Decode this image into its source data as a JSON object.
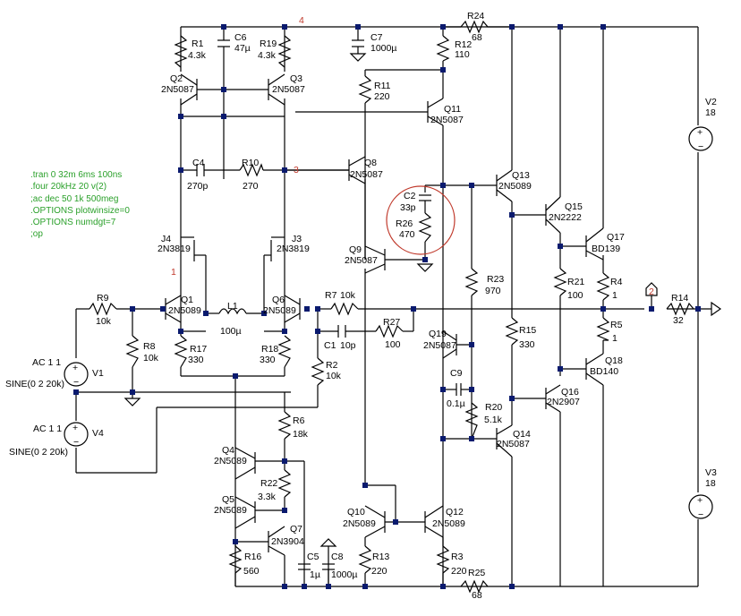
{
  "title": "Audio power amplifier schematic",
  "colors": {
    "wire": "#000000",
    "junction": "#0a1a6e",
    "net_label": "#c0392b",
    "directive": "#2aa02a",
    "highlight": "#c0392b"
  },
  "directives": [
    ".tran 0 32m 6ms 100ns",
    ".four 20kHz 20 v(2)",
    ";ac dec 50 1k 500meg",
    ".OPTIONS plotwinsize=0",
    ".OPTIONS numdgt=7",
    ";op"
  ],
  "net_labels": {
    "n4": "4",
    "n3": "3",
    "n1": "1",
    "n2": "2"
  },
  "components": {
    "R1": {
      "name": "R1",
      "value": "4.3k"
    },
    "C6": {
      "name": "C6",
      "value": "47µ"
    },
    "R19": {
      "name": "R19",
      "value": "4.3k"
    },
    "C7": {
      "name": "C7",
      "value": "1000µ"
    },
    "R24": {
      "name": "R24",
      "value": "68"
    },
    "R12": {
      "name": "R12",
      "value": "110"
    },
    "R11": {
      "name": "R11",
      "value": "220"
    },
    "Q2": {
      "name": "Q2",
      "value": "2N5087"
    },
    "Q3": {
      "name": "Q3",
      "value": "2N5087"
    },
    "Q11": {
      "name": "Q11",
      "value": "2N5087"
    },
    "C4": {
      "name": "C4",
      "value": "270p"
    },
    "R10": {
      "name": "R10",
      "value": "270"
    },
    "Q8": {
      "name": "Q8",
      "value": "2N5087"
    },
    "Q13": {
      "name": "Q13",
      "value": "2N5089"
    },
    "Q15": {
      "name": "Q15",
      "value": "2N2222"
    },
    "Q17": {
      "name": "Q17",
      "value": "BD139"
    },
    "C2": {
      "name": "C2",
      "value": "33p"
    },
    "R26": {
      "name": "R26",
      "value": "470"
    },
    "J4": {
      "name": "J4",
      "value": "2N3819"
    },
    "J3": {
      "name": "J3",
      "value": "2N3819"
    },
    "Q9": {
      "name": "Q9",
      "value": "2N5087"
    },
    "R23": {
      "name": "R23",
      "value": "970"
    },
    "R21": {
      "name": "R21",
      "value": "100"
    },
    "R4": {
      "name": "R4",
      "value": "1"
    },
    "R9": {
      "name": "R9",
      "value": "10k"
    },
    "Q1": {
      "name": "Q1",
      "value": "2N5089"
    },
    "L1": {
      "name": "L1",
      "value": "100µ"
    },
    "Q6": {
      "name": "Q6",
      "value": "2N5089"
    },
    "R7": {
      "name": "R7",
      "value": "10k"
    },
    "R14": {
      "name": "R14",
      "value": "32"
    },
    "R8": {
      "name": "R8",
      "value": "10k"
    },
    "R17": {
      "name": "R17",
      "value": "330"
    },
    "R18": {
      "name": "R18",
      "value": "330"
    },
    "C1": {
      "name": "C1",
      "value": "10p"
    },
    "R27": {
      "name": "R27",
      "value": "100"
    },
    "Q19": {
      "name": "Q19",
      "value": "2N5087"
    },
    "R15": {
      "name": "R15",
      "value": "330"
    },
    "R5": {
      "name": "R5",
      "value": "1"
    },
    "Q18": {
      "name": "Q18",
      "value": "BD140"
    },
    "R2": {
      "name": "R2",
      "value": "10k"
    },
    "C9": {
      "name": "C9",
      "value": "0.1µ"
    },
    "Q16": {
      "name": "Q16",
      "value": "2N2907"
    },
    "R20": {
      "name": "R20",
      "value": "5.1k"
    },
    "Q14": {
      "name": "Q14",
      "value": "2N5087"
    },
    "R6": {
      "name": "R6",
      "value": "18k"
    },
    "Q4": {
      "name": "Q4",
      "value": "2N5089"
    },
    "R22": {
      "name": "R22",
      "value": "3.3k"
    },
    "Q5": {
      "name": "Q5",
      "value": "2N5089"
    },
    "Q7": {
      "name": "Q7",
      "value": "2N3904"
    },
    "Q10": {
      "name": "Q10",
      "value": "2N5089"
    },
    "Q12": {
      "name": "Q12",
      "value": "2N5089"
    },
    "R16": {
      "name": "R16",
      "value": "560"
    },
    "C5": {
      "name": "C5",
      "value": "1µ"
    },
    "C8": {
      "name": "C8",
      "value": "1000µ"
    },
    "R13": {
      "name": "R13",
      "value": "220"
    },
    "R3": {
      "name": "R3",
      "value": "220"
    },
    "R25": {
      "name": "R25",
      "value": "68"
    },
    "V1": {
      "name": "V1",
      "value": "SINE(0 2 20k)",
      "ac": "AC 1 1"
    },
    "V4": {
      "name": "V4",
      "value": "SINE(0 2 20k)",
      "ac": "AC 1 1"
    },
    "V2": {
      "name": "V2",
      "value": "18"
    },
    "V3": {
      "name": "V3",
      "value": "18"
    }
  }
}
